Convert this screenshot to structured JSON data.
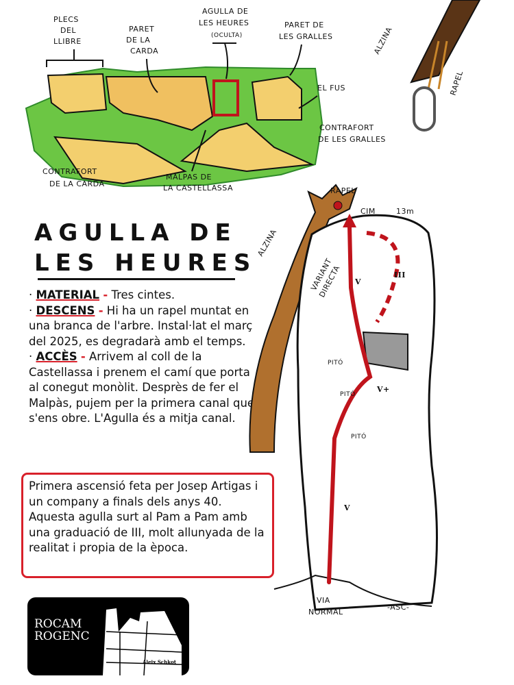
{
  "panorama": {
    "labels": {
      "plecs": [
        "PLECS",
        "DEL",
        "LLIBRE"
      ],
      "paret_carda": [
        "PARET",
        "DE LA",
        "CARDA"
      ],
      "agulla": [
        "AGULLA DE",
        "LES HEURES",
        "(OCULTA)"
      ],
      "paret_gralles": [
        "PARET DE",
        "LES GRALLES"
      ],
      "el_fus": "EL FUS",
      "contrafort_gralles": [
        "CONTRAFORT",
        "DE LES GRALLES"
      ],
      "contrafort_carda": [
        "CONTRAFORT",
        "DE LA CARDA"
      ],
      "malpas": [
        "MALPAS DE",
        "LA CASTELLASSA"
      ]
    }
  },
  "rappel_detail": {
    "tree_label": "ALZINA",
    "rappel_label": "RAPEL"
  },
  "title": {
    "line1": "AGULLA DE",
    "line2": "LES HEURES"
  },
  "info": {
    "material": {
      "key": "MATERIAL",
      "sep": "-",
      "text": "Tres cintes."
    },
    "descens": {
      "key": "DESCENS",
      "sep": "-",
      "text": "Hi ha un rapel muntat en una branca de l'arbre. Instal·lat el març del 2025, es degradarà amb el temps."
    },
    "acces": {
      "key": "ACCÈS",
      "sep": "-",
      "text": "Arrivem al coll de la Castellassa i prenem el camí que porta al conegut monòlit. Desprès de fer el Malpàs, pujem per la primera canal que s'ens obre. L'Agulla és a mitja canal."
    }
  },
  "note": "Primera ascensió feta per Josep Artigas i un company a finals dels anys 40. Aquesta agulla surt al Pam a Pam amb una graduació de III, molt allunyada de la realitat i propia de la època.",
  "topo": {
    "tree_label": "ALZINA",
    "rappel_label": "RAPEL",
    "summit": "CIM",
    "height": "13m",
    "variant": [
      "VARIANT",
      "DIRECTA"
    ],
    "grades": [
      "V",
      "III",
      "V+",
      "V"
    ],
    "piton": "PITÓ",
    "route": [
      "VIA",
      "NORMAL"
    ],
    "author_tag": "-ASC-"
  },
  "logo": {
    "line1": "ROCAM",
    "line2": "ROGENC",
    "author": "Aleix Schkot"
  },
  "colors": {
    "accent": "#d8202a",
    "rock": "#f3cf6e",
    "grass": "#6cc644",
    "tree": "#a0642a"
  }
}
